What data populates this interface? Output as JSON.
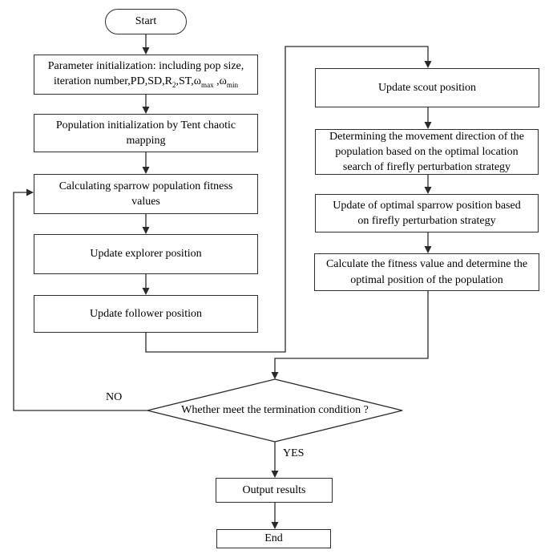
{
  "colors": {
    "background": "#ffffff",
    "line": "#2a2a2a",
    "box_border": "#2e2e2e",
    "box_fill": "#ffffff",
    "text": "#000000"
  },
  "flow": {
    "nodes": {
      "start": {
        "label": "Start"
      },
      "param_init": {
        "line1": "Parameter initialization: including pop size,",
        "line2": {
          "seg1": "iteration number,PD,SD,R",
          "sub1": "2",
          "seg2": ",ST,ω",
          "sub2": "max",
          "seg3": " ,ω",
          "sub3": "min"
        }
      },
      "pop_init": {
        "lines": [
          "Population initialization by Tent chaotic",
          "mapping"
        ]
      },
      "calc_fitness": {
        "lines": [
          "Calculating sparrow population fitness",
          "values"
        ]
      },
      "update_explorer": {
        "label": "Update explorer position"
      },
      "update_follower": {
        "label": "Update follower position"
      },
      "update_scout": {
        "label": "Update scout position"
      },
      "movement_direction": {
        "lines": [
          "Determining the movement direction of the",
          "population based on the optimal location",
          "search of firefly perturbation strategy"
        ]
      },
      "update_optimal": {
        "lines": [
          "Update of optimal sparrow position based",
          "on firefly perturbation strategy"
        ]
      },
      "calc_optimal": {
        "lines": [
          "Calculate the fitness value and determine the",
          "optimal position of the population"
        ]
      },
      "decision": {
        "label": "Whether meet the termination condition ?"
      },
      "output": {
        "label": "Output results"
      },
      "end": {
        "label": "End"
      }
    },
    "edge_labels": {
      "no": "NO",
      "yes": "YES"
    }
  }
}
